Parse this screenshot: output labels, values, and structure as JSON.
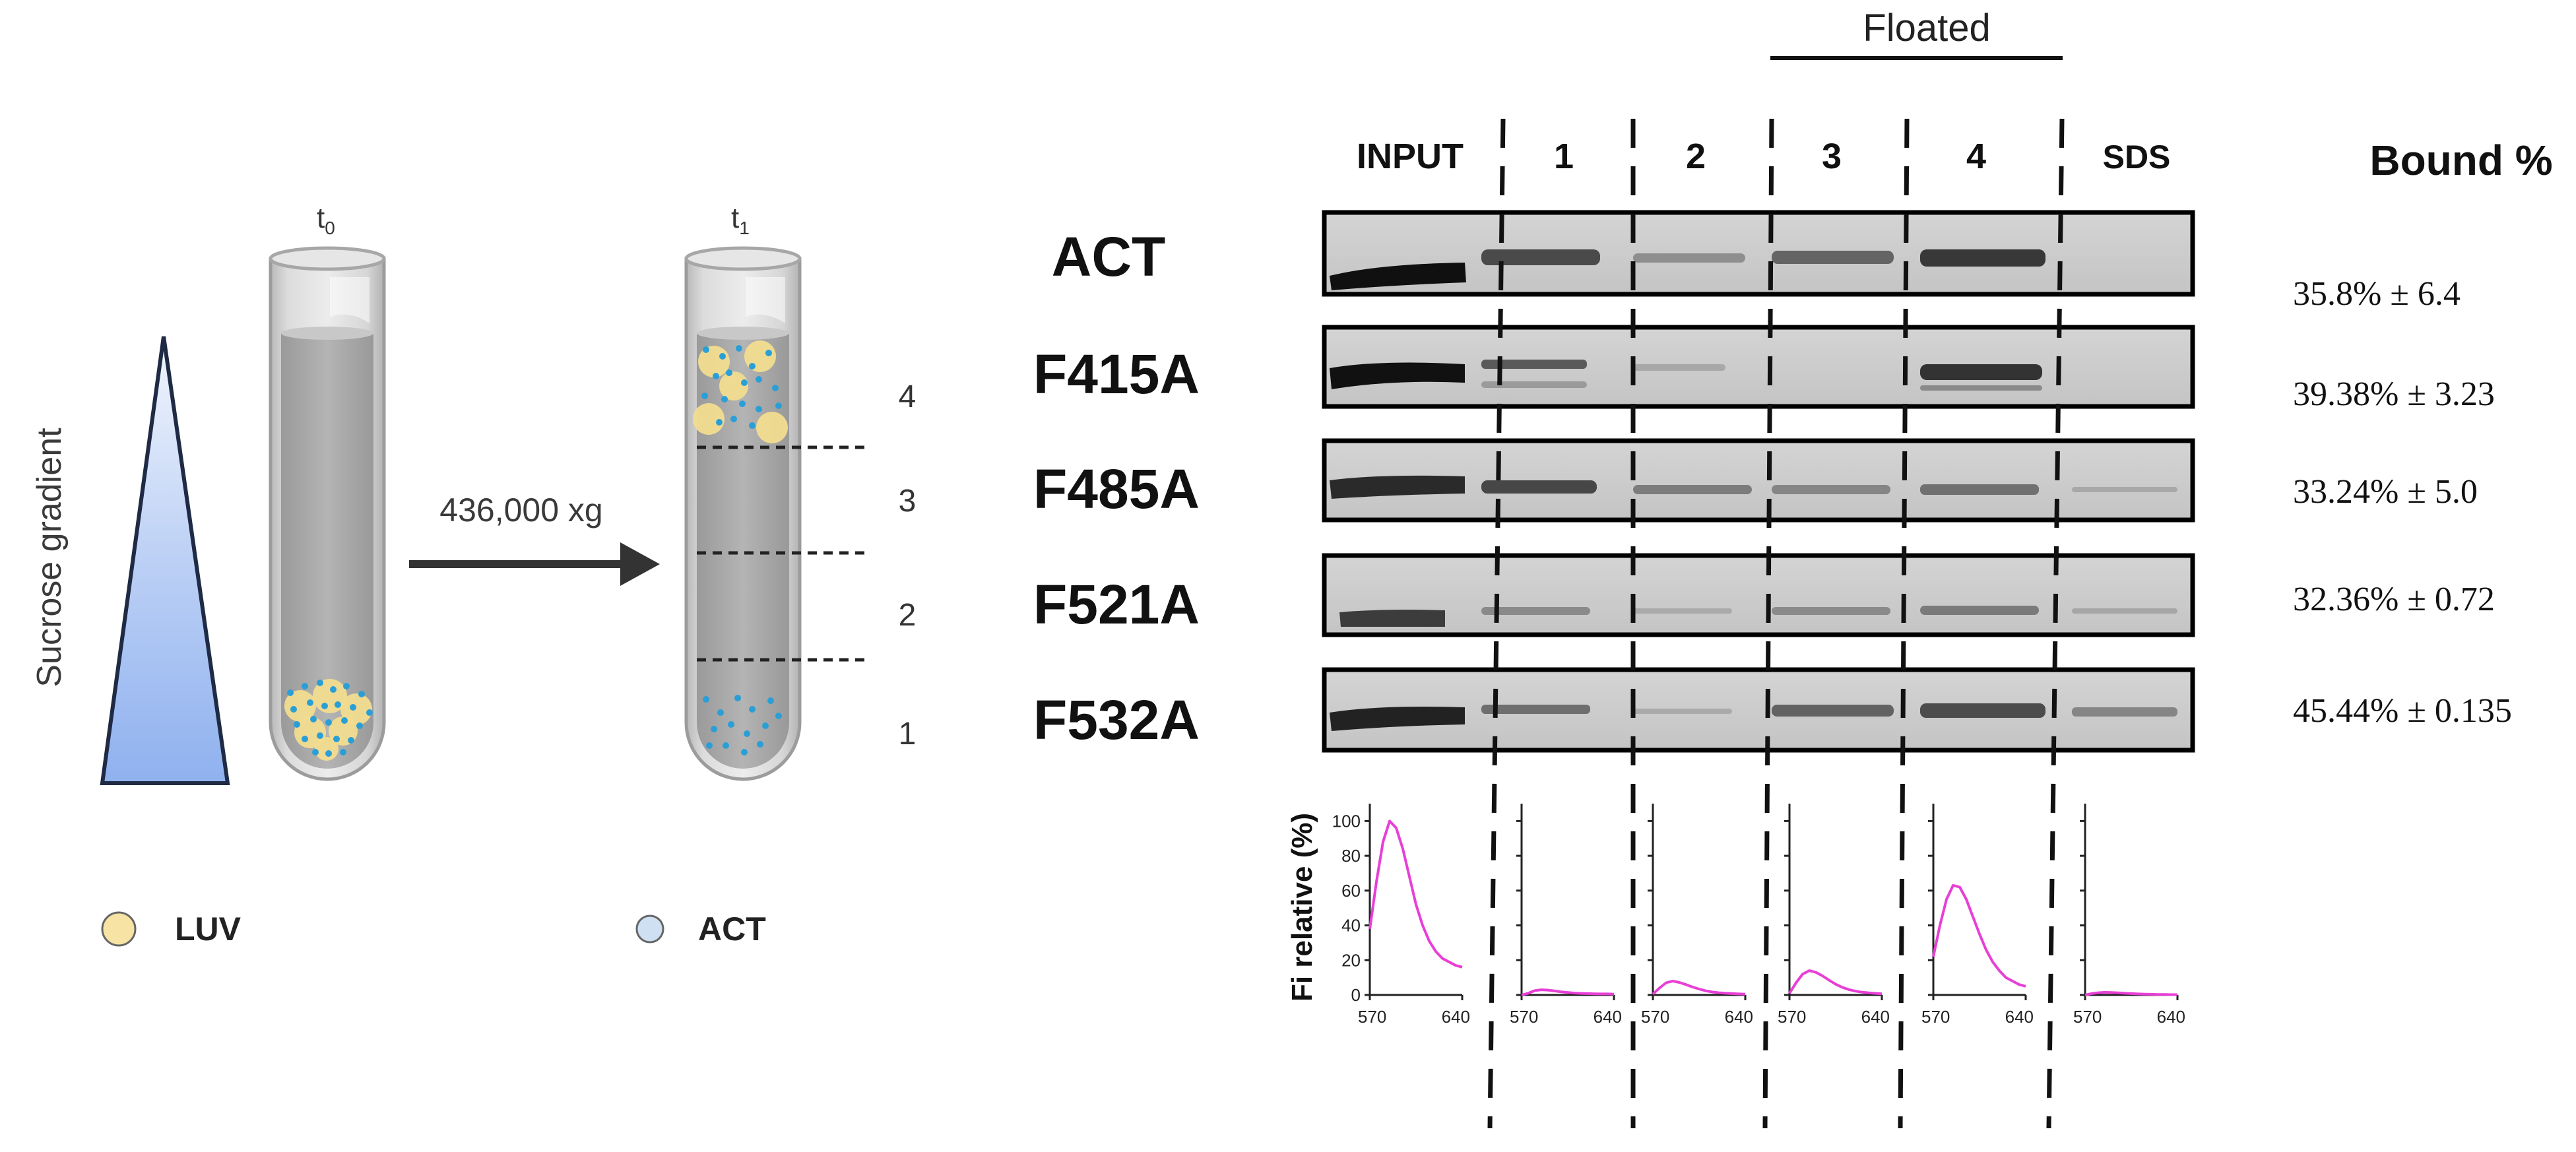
{
  "left_panel": {
    "gradient_label": "Sucrose gradient",
    "t0_label": "t",
    "t0_sub": "0",
    "t1_label": "t",
    "t1_sub": "1",
    "centrifuge_label": "436,000 xg",
    "fractions": [
      "4",
      "3",
      "2",
      "1"
    ],
    "legend": [
      {
        "label": "LUV",
        "color": "#f7e3a3"
      },
      {
        "label": "ACT",
        "color": "#cfe0f3"
      }
    ]
  },
  "gel": {
    "floated_label": "Floated",
    "columns": [
      "INPUT",
      "1",
      "2",
      "3",
      "4",
      "SDS"
    ],
    "rows": [
      "ACT",
      "F415A",
      "F485A",
      "F521A",
      "F532A"
    ],
    "bound_header": "Bound %",
    "bound_values": [
      "35.8% ± 6.4",
      "39.38% ± 3.23",
      "33.24% ± 5.0",
      "32.36% ± 0.72",
      "45.44% ± 0.135"
    ]
  },
  "chart_data": {
    "type": "line",
    "ylabel": "Fi relative (%)",
    "y_ticks": [
      "0",
      "20",
      "40",
      "60",
      "80",
      "100"
    ],
    "x_tick_labels": [
      "570",
      "640"
    ],
    "xlim": [
      570,
      640
    ],
    "ylim": [
      0,
      110
    ],
    "color": "#e83fd6",
    "panels": [
      {
        "name": "INPUT",
        "x": [
          570,
          575,
          580,
          585,
          590,
          595,
          600,
          605,
          610,
          615,
          620,
          625,
          630,
          635,
          640
        ],
        "y": [
          38,
          65,
          88,
          100,
          96,
          84,
          68,
          52,
          40,
          31,
          25,
          21,
          19,
          17,
          16
        ]
      },
      {
        "name": "1",
        "x": [
          570,
          575,
          580,
          585,
          590,
          595,
          600,
          605,
          610,
          615,
          620,
          625,
          630,
          635,
          640
        ],
        "y": [
          0,
          1,
          2.5,
          3,
          2.8,
          2.3,
          1.8,
          1.4,
          1.1,
          0.9,
          0.8,
          0.7,
          0.6,
          0.6,
          0.5
        ]
      },
      {
        "name": "2",
        "x": [
          570,
          575,
          580,
          585,
          590,
          595,
          600,
          605,
          610,
          615,
          620,
          625,
          630,
          635,
          640
        ],
        "y": [
          0.5,
          4,
          7,
          8,
          7.2,
          6,
          4.6,
          3.4,
          2.4,
          1.7,
          1.3,
          1,
          0.8,
          0.6,
          0.5
        ]
      },
      {
        "name": "3",
        "x": [
          570,
          575,
          580,
          585,
          590,
          595,
          600,
          605,
          610,
          615,
          620,
          625,
          630,
          635,
          640
        ],
        "y": [
          1,
          7,
          12,
          14,
          13,
          11,
          8.5,
          6.2,
          4.4,
          3.1,
          2.2,
          1.6,
          1.2,
          0.9,
          0.7
        ]
      },
      {
        "name": "4",
        "x": [
          570,
          575,
          580,
          585,
          590,
          595,
          600,
          605,
          610,
          615,
          620,
          625,
          630,
          635,
          640
        ],
        "y": [
          22,
          40,
          55,
          63,
          62,
          55,
          45,
          35,
          26,
          19,
          14,
          10,
          8,
          6,
          5
        ]
      },
      {
        "name": "SDS",
        "x": [
          570,
          575,
          580,
          585,
          590,
          595,
          600,
          605,
          610,
          615,
          620,
          625,
          630,
          635,
          640
        ],
        "y": [
          0,
          0.8,
          1.3,
          1.5,
          1.4,
          1.2,
          1,
          0.8,
          0.6,
          0.5,
          0.4,
          0.3,
          0.3,
          0.2,
          0.2
        ]
      }
    ]
  }
}
